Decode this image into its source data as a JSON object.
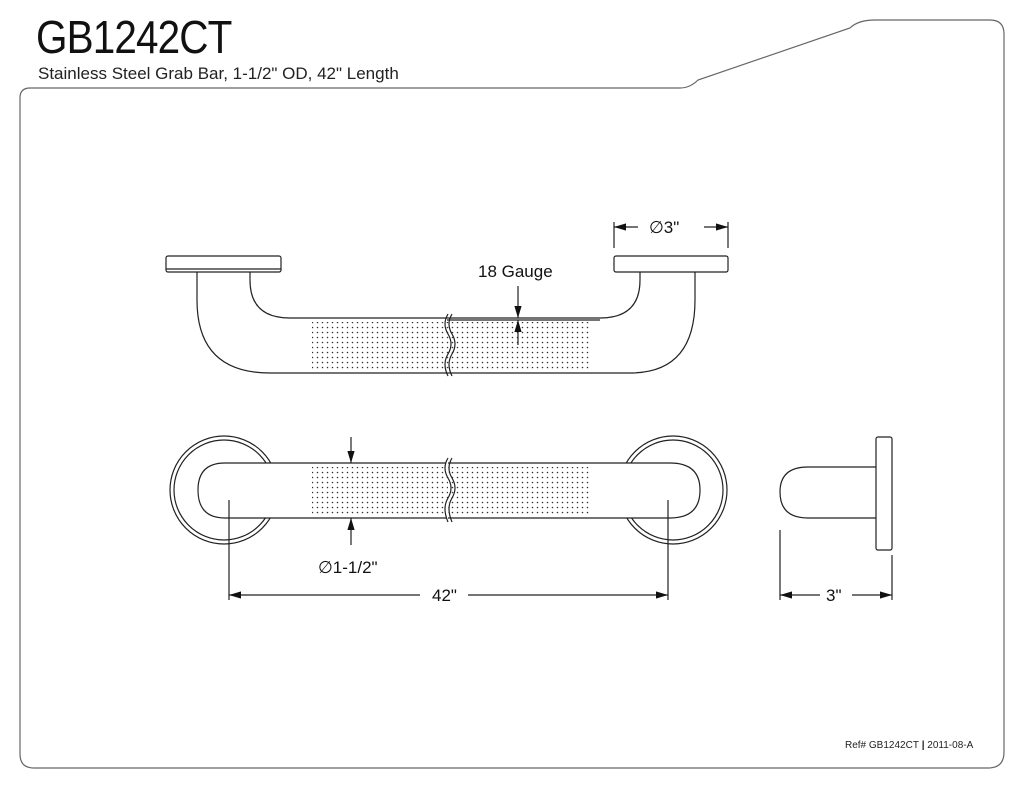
{
  "header": {
    "model": "GB1242CT",
    "description": "Stainless Steel Grab Bar, 1-1/2\" OD, 42\" Length"
  },
  "dimensions": {
    "flange_diameter": "∅3\"",
    "gauge": "18 Gauge",
    "tube_diameter": "∅1-1/2\"",
    "length": "42\"",
    "projection": "3\""
  },
  "footer": {
    "ref": "Ref# GB1242CT",
    "revision": "2011-08-A"
  }
}
